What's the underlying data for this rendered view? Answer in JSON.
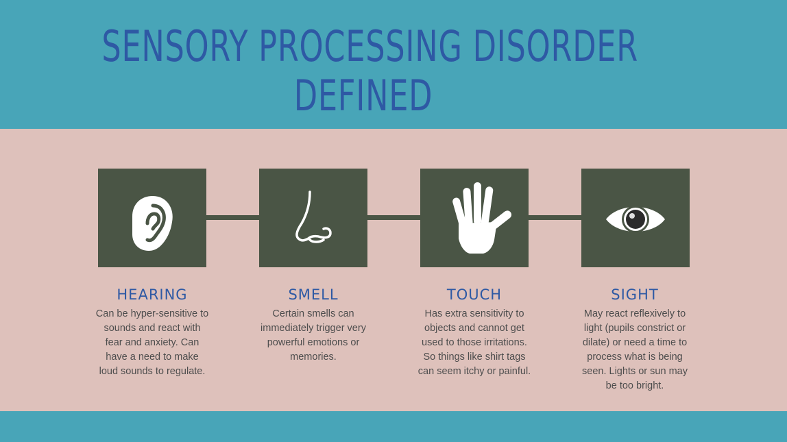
{
  "title": {
    "line1": "SENSORY PROCESSING DISORDER",
    "line2": "DEFINED"
  },
  "colors": {
    "band": "#48a5b8",
    "background": "#dec1bb",
    "card": "#4a5545",
    "heading": "#2e59a4",
    "text": "#4d4d4d"
  },
  "senses": [
    {
      "icon": "ear-icon",
      "heading": "HEARING",
      "description": "Can be hyper-sensitive to sounds and react with fear and anxiety. Can have a need to make loud sounds to regulate."
    },
    {
      "icon": "nose-icon",
      "heading": "SMELL",
      "description": "Certain smells can immediately trigger very powerful emotions or memories."
    },
    {
      "icon": "hand-icon",
      "heading": "TOUCH",
      "description": "Has extra sensitivity to objects and cannot get used to those irritations. So things like shirt tags can seem itchy or painful."
    },
    {
      "icon": "eye-icon",
      "heading": "SIGHT",
      "description": "May react reflexively to light (pupils constrict or dilate) or need a time to process what is being seen. Lights or sun may be too bright."
    }
  ]
}
